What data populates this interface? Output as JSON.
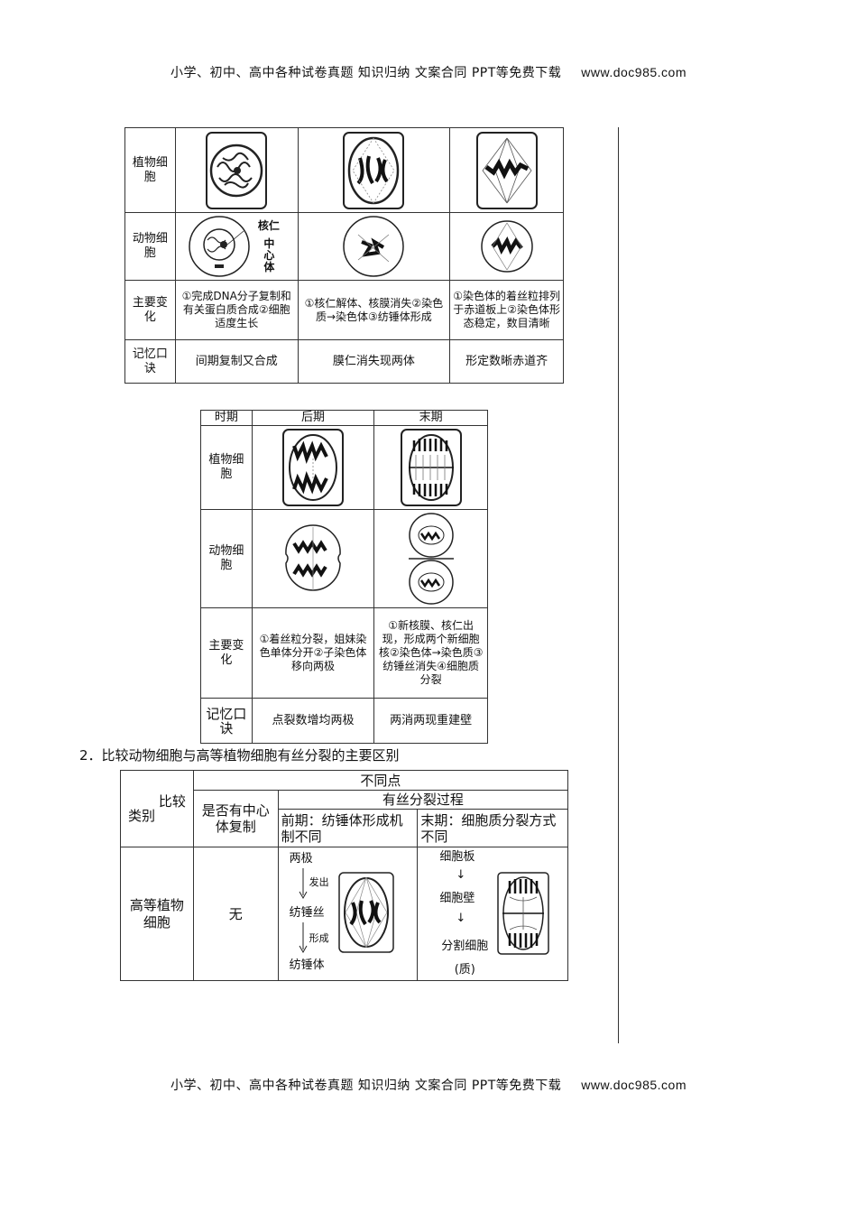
{
  "header": {
    "text": "小学、初中、高中各种试卷真题  知识归纳  文案合同  PPT等免费下载",
    "url": "www.doc985.com"
  },
  "footer": {
    "text": "小学、初中、高中各种试卷真题  知识归纳  文案合同  PPT等免费下载",
    "url": "www.doc985.com"
  },
  "table1": {
    "row_labels": [
      "植物细胞",
      "动物细胞",
      "主要变化",
      "记忆口诀"
    ],
    "labels": {
      "nucleolus": "核仁",
      "centrosome": "中心体"
    },
    "changes": [
      "①完成DNA分子复制和有关蛋白质合成②细胞适度生长",
      "①核仁解体、核膜消失②染色质→染色体③纺锤体形成",
      "①染色体的着丝粒排列于赤道板上②染色体形态稳定，数目清晰"
    ],
    "mnemonics": [
      "间期复制又合成",
      "膜仁消失现两体",
      "形定数晰赤道齐"
    ]
  },
  "table2": {
    "headers": [
      "时期",
      "后期",
      "末期"
    ],
    "row_labels": [
      "植物细胞",
      "动物细胞",
      "主要变化",
      "记忆口诀"
    ],
    "changes": [
      "①着丝粒分裂，姐妹染色单体分开②子染色体移向两极",
      "①新核膜、核仁出现，形成两个新细胞核②染色体→染色质③纺锤丝消失④细胞质分裂"
    ],
    "mnemonics": [
      "点裂数增均两极",
      "两消两现重建壁"
    ]
  },
  "section2": {
    "title": "2．比较动物细胞与高等植物细胞有丝分裂的主要区别"
  },
  "table3": {
    "corner_top": "比较",
    "corner_bottom": "类别",
    "diff_header": "不同点",
    "centrosome_header": "是否有中心体复制",
    "process_header": "有丝分裂过程",
    "prophase_header": "前期：纺锤体形成机制不同",
    "telophase_header": "末期：细胞质分裂方式不同",
    "row_label": "高等植物细胞",
    "centrosome_value": "无",
    "prophase_flow": [
      "两极",
      "发出",
      "纺锤丝",
      "形成",
      "纺锤体"
    ],
    "telophase_flow": [
      "细胞板",
      "细胞壁",
      "分割细胞(质)"
    ]
  }
}
